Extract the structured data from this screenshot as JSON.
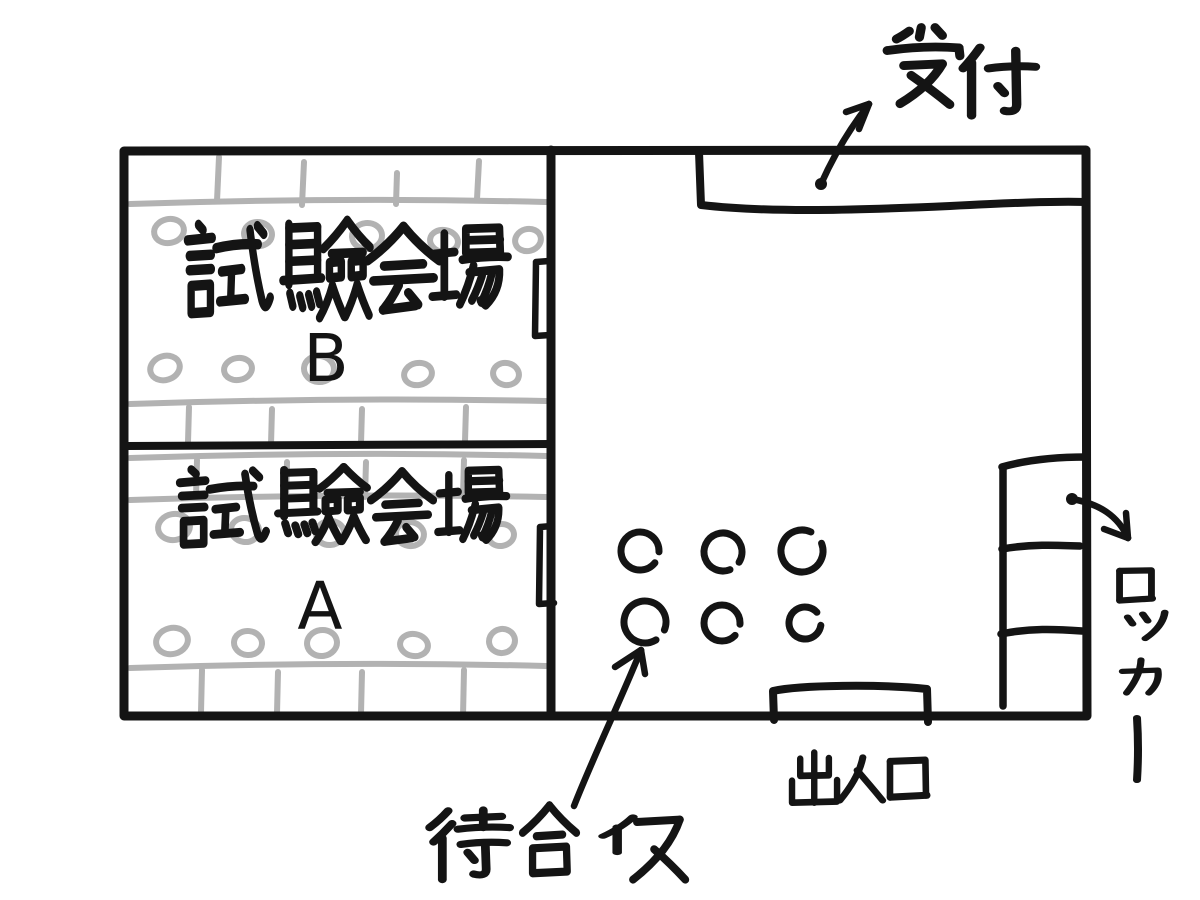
{
  "colors": {
    "ink": "#141414",
    "pencil": "#b2b2b2",
    "background": "#ffffff"
  },
  "floor_plan": {
    "reception": {
      "label": "受付"
    },
    "room_b": {
      "label": "試験会場",
      "letter": "B"
    },
    "room_a": {
      "label": "試験会場",
      "letter": "A"
    },
    "entrance": {
      "label": "出入口"
    },
    "waiting_chairs": {
      "label": "待合イス",
      "count": 6,
      "rows": 2,
      "per_row": 3
    },
    "locker": {
      "label": "ロッカー",
      "shelves": 3
    }
  }
}
